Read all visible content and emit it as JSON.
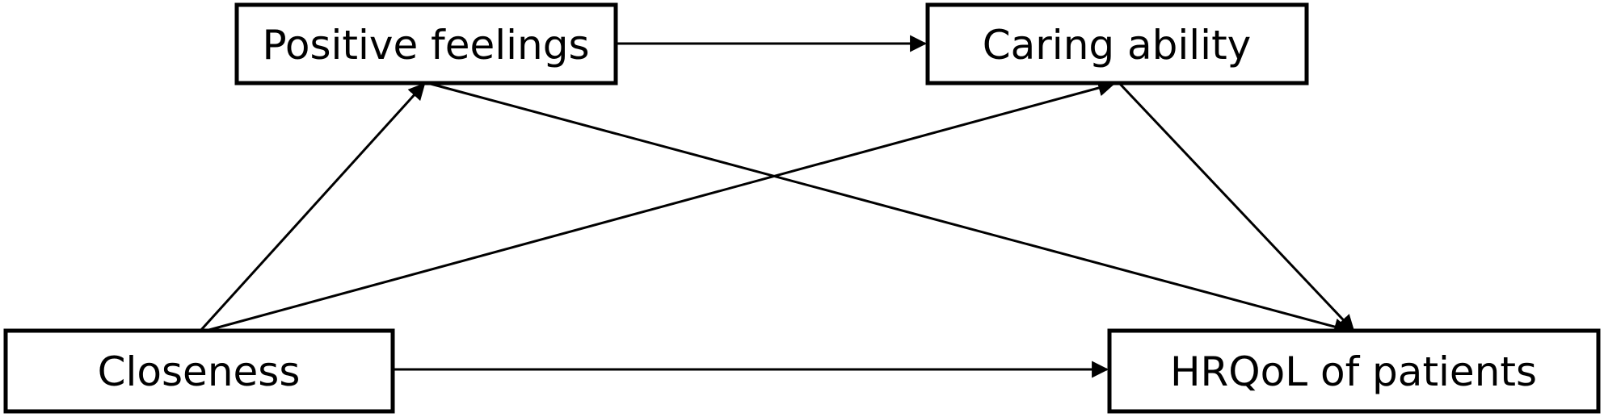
{
  "diagram": {
    "nodes": {
      "positive_feelings": {
        "label": "Positive feelings"
      },
      "caring_ability": {
        "label": "Caring ability"
      },
      "closeness": {
        "label": "Closeness"
      },
      "hrqol": {
        "label": "HRQoL of patients"
      }
    },
    "edges": [
      {
        "from": "positive_feelings",
        "to": "caring_ability"
      },
      {
        "from": "closeness",
        "to": "positive_feelings"
      },
      {
        "from": "closeness",
        "to": "caring_ability"
      },
      {
        "from": "positive_feelings",
        "to": "hrqol"
      },
      {
        "from": "caring_ability",
        "to": "hrqol"
      },
      {
        "from": "closeness",
        "to": "hrqol"
      }
    ],
    "colors": {
      "stroke": "#000000",
      "background": "#ffffff"
    }
  }
}
